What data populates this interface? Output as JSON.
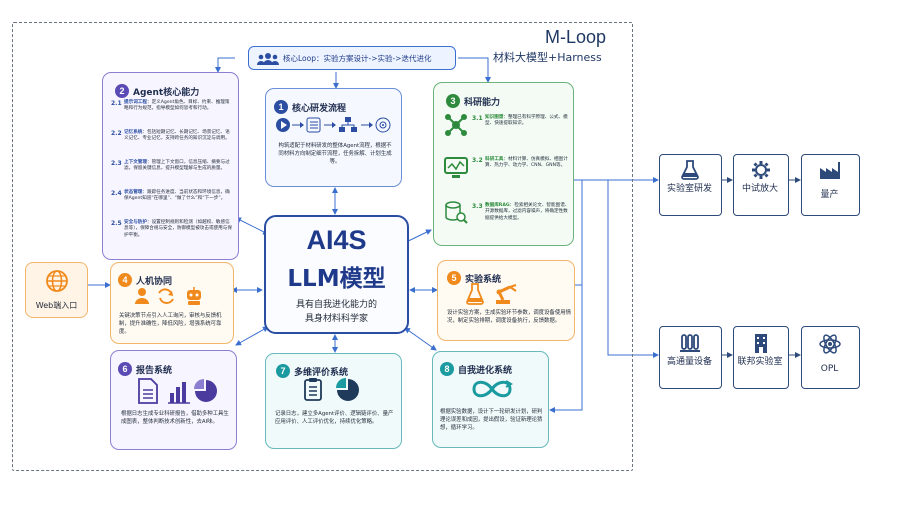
{
  "brand": {
    "title": "M-Loop",
    "subtitle": "材料大模型+Harness"
  },
  "top_bar": {
    "label": "核心Loop：实验方案设计->实验->迭代进化"
  },
  "center": {
    "title1": "AI4S",
    "title2": "LLM模型",
    "sub1": "具有自我进化能力的",
    "sub2": "具身材料科学家"
  },
  "web_entry": {
    "label": "Web端入口"
  },
  "card1": {
    "num": "1",
    "title": "核心研发流程",
    "text": "构筑适配于材料研发的整体Agent流程，根据不同材料方向制定细节流程，任务拆解、计划生成等。"
  },
  "card2": {
    "num": "2",
    "title": "Agent核心能力",
    "items": [
      {
        "no": "2.1",
        "head": "提示词工程",
        "text": "：定义Agent角色、目标、约束、推理策略和行为规范，指导模型如何思考和行动。"
      },
      {
        "no": "2.2",
        "head": "记忆系统",
        "text": "：包括短期记忆、长期记忆、场景记忆、语义记忆、专业记忆，支持跨任务的知识沉淀与调用。"
      },
      {
        "no": "2.3",
        "head": "上下文管理",
        "text": "：管理上下文窗口，信息压缩、摘要与过滤，保留关键信息，提升模型理解与生成的质量。"
      },
      {
        "no": "2.4",
        "head": "状态管理",
        "text": "：跟踪任务进度、当前状态和环境信息，确保Agent知道“在哪里”、“做了什么”和“下一步”。"
      },
      {
        "no": "2.5",
        "head": "安全与防护",
        "text": "：设置控制规则和检测（如越权、敏感信息等），保障合规与安全，防御模型被攻击或使用与保护平衡。"
      }
    ]
  },
  "card3": {
    "num": "3",
    "title": "科研能力",
    "items": [
      {
        "no": "3.1",
        "head": "知识图谱",
        "text": "：整理已有科学原理、公式、模型、快速提取知识。"
      },
      {
        "no": "3.2",
        "head": "科研工具",
        "text": "：材料计算、仿真模拟、相图计算、热力学、动力学、CNN、GNN等。"
      },
      {
        "no": "3.3",
        "head": "数据库RAG",
        "text": "：检索相关论文、智能图谱、开源数据库，过滤内容噪声，将确定性数据提供给大模型。"
      }
    ]
  },
  "card4": {
    "num": "4",
    "title": "人机协同",
    "text": "关键决策节点引入人工询问，审核与反馈机制，提升准确性，降低风险，增强系统可靠度。"
  },
  "card5": {
    "num": "5",
    "title": "实验系统",
    "text": "设计实验方案，生成实验环节参数，调度设备使用情况，制定实验排期，调度设备执行，反馈数据。"
  },
  "card6": {
    "num": "6",
    "title": "报告系统",
    "text": "根据日志生成专业科研报告，借助多种工具生成图表，整体判断技术创新性，去AI味。"
  },
  "card7": {
    "num": "7",
    "title": "多维评价系统",
    "text": "记录日志，建立多Agent评价、逻辑链评价、量产应用评价、人工评价优化，持续优化策略。"
  },
  "card8": {
    "num": "8",
    "title": "自我进化系统",
    "text": "根据实验数据，设计下一轮研发计划，研判理论误差和成因，提出假设，验证新理论猜想，循环学习。"
  },
  "right_top": [
    "实验室研发",
    "中试放大",
    "量产"
  ],
  "right_bottom": [
    "高通量设备",
    "联邦实验室",
    "OPL"
  ],
  "colors": {
    "blue": "#2b4ea2",
    "purple": "#5b4bb5",
    "green": "#2e8b3e",
    "orange": "#f08a1c",
    "teal": "#1b9aa0",
    "arrow": "#3a6fd0"
  }
}
